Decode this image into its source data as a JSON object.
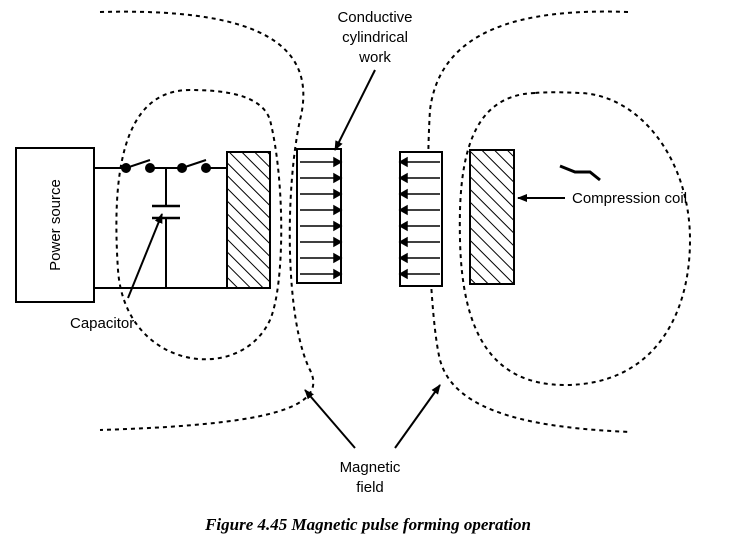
{
  "labels": {
    "power_source": "Power source",
    "work_line1": "Conductive",
    "work_line2": "cylindrical",
    "work_line3": "work",
    "capacitor": "Capacitor",
    "compression_coil": "Compression coil",
    "field_line1": "Magnetic",
    "field_line2": "field"
  },
  "caption": "Figure 4.45 Magnetic pulse forming operation",
  "colors": {
    "ink": "#000000",
    "background": "#ffffff"
  },
  "icons": [
    "inward-force-arrow-icon",
    "hatched-coil-icon",
    "switch-icon",
    "capacitor-icon"
  ]
}
